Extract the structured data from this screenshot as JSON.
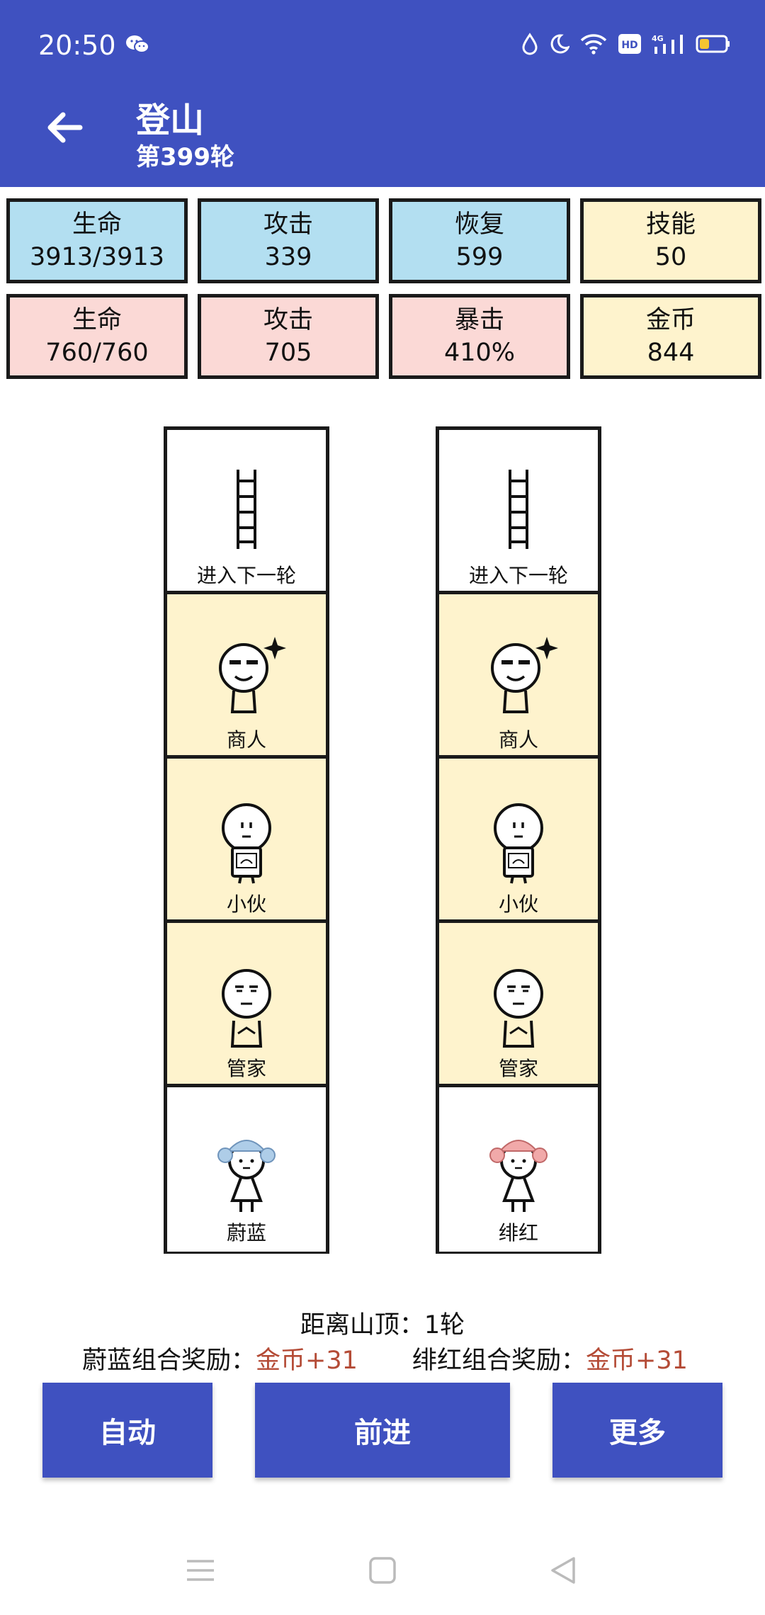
{
  "status_bar": {
    "time": "20:50",
    "network": "4G"
  },
  "header": {
    "title": "登山",
    "subtitle": "第399轮"
  },
  "stats_row1": [
    {
      "label": "生命",
      "value": "3913/3913"
    },
    {
      "label": "攻击",
      "value": "339"
    },
    {
      "label": "恢复",
      "value": "599"
    },
    {
      "label": "技能",
      "value": "50"
    }
  ],
  "stats_row2": [
    {
      "label": "生命",
      "value": "760/760"
    },
    {
      "label": "攻击",
      "value": "705"
    },
    {
      "label": "暴击",
      "value": "410%"
    },
    {
      "label": "金币",
      "value": "844"
    }
  ],
  "left_column": [
    "进入下一轮",
    "商人",
    "小伙",
    "管家",
    "蔚蓝"
  ],
  "right_column": [
    "进入下一轮",
    "商人",
    "小伙",
    "管家",
    "绯红"
  ],
  "distance": "距离山顶：1轮",
  "rewards": {
    "left_label": "蔚蓝组合奖励：",
    "left_value": "金币+31",
    "right_label": "绯红组合奖励：",
    "right_value": "金币+31"
  },
  "buttons": {
    "auto": "自动",
    "forward": "前进",
    "more": "更多"
  },
  "colors": {
    "header": "#3f51c0",
    "blue_card": "#b3dff1",
    "pink_card": "#fbd9d6",
    "yellow_card": "#fef3cd",
    "reward_value": "#b44b36",
    "hero_blue": "#aecde8",
    "hero_red": "#f1a9a9"
  }
}
